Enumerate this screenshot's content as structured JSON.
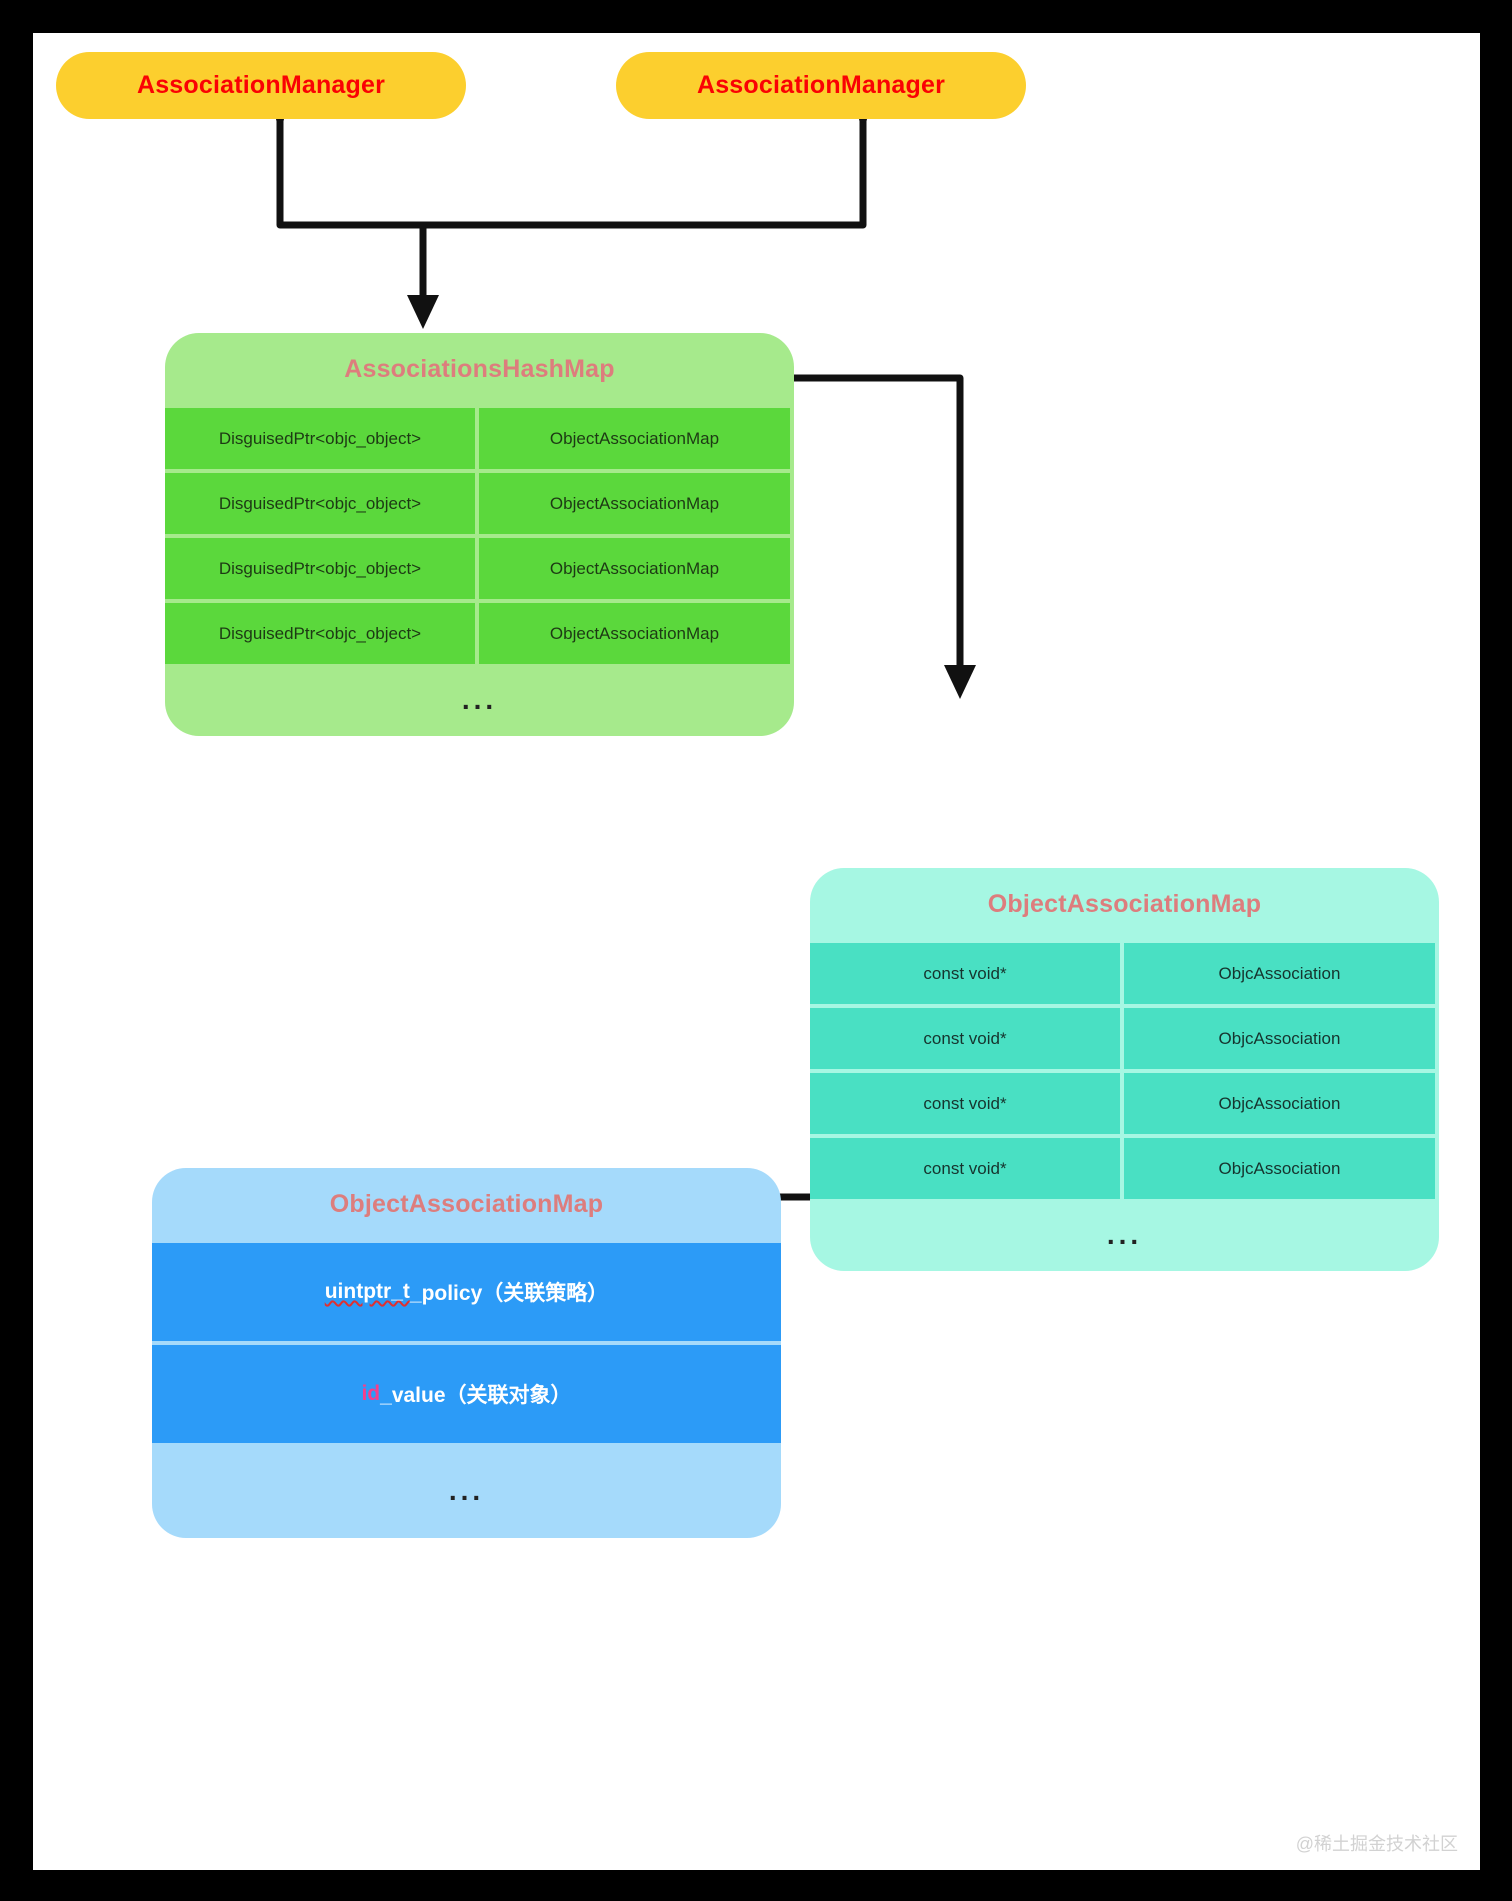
{
  "canvas": {
    "background": "#ffffff",
    "frame_color": "#000000",
    "watermark": "@稀土掘金技术社区"
  },
  "palette": {
    "pill_fill": "#FCCF2E",
    "pill_text": "#FA0204",
    "green_card": "#A6EA8C",
    "green_cell": "#5BD83C",
    "cyan_card": "#A6F7E3",
    "cyan_cell": "#49E0C3",
    "blue_card": "#A5DAFB",
    "blue_cell": "#2C9BF7",
    "card_title": "#DD7D7D",
    "wire": "#111111",
    "keyword_pink": "#F53E8C",
    "spellcheck_red": "#E03030"
  },
  "managers": [
    {
      "label": "AssociationManager"
    },
    {
      "label": "AssociationManager"
    }
  ],
  "hashmap": {
    "title": "AssociationsHashMap",
    "rows": [
      {
        "key": "DisguisedPtr<objc_object>",
        "value": "ObjectAssociationMap"
      },
      {
        "key": "DisguisedPtr<objc_object>",
        "value": "ObjectAssociationMap"
      },
      {
        "key": "DisguisedPtr<objc_object>",
        "value": "ObjectAssociationMap"
      },
      {
        "key": "DisguisedPtr<objc_object>",
        "value": "ObjectAssociationMap"
      }
    ],
    "ellipsis": "..."
  },
  "assoc_map": {
    "title": "ObjectAssociationMap",
    "rows": [
      {
        "key": "const void*",
        "value": "ObjcAssociation"
      },
      {
        "key": "const void*",
        "value": "ObjcAssociation"
      },
      {
        "key": "const void*",
        "value": "ObjcAssociation"
      },
      {
        "key": "const void*",
        "value": "ObjcAssociation"
      }
    ],
    "ellipsis": "..."
  },
  "assoc_detail": {
    "title": "ObjectAssociationMap",
    "rows": [
      {
        "type": "uintptr_t",
        "type_style": "misspelled",
        "rest": " _policy（关联策略）"
      },
      {
        "type": "id",
        "type_style": "pink",
        "rest": " _value（关联对象）"
      }
    ],
    "ellipsis": "..."
  },
  "connectors": [
    {
      "name": "managers-to-hashmap",
      "from": "AssociationManager x2",
      "to": "AssociationsHashMap",
      "arrowhead": "down"
    },
    {
      "name": "hashmap-to-assoc-map",
      "from": "ObjectAssociationMap cell",
      "to": "ObjectAssociationMap card",
      "arrowhead": "down"
    },
    {
      "name": "assoc-map-to-detail",
      "from": "ObjcAssociation cell",
      "to": "ObjectAssociationMap detail card",
      "arrowhead": "left"
    }
  ]
}
